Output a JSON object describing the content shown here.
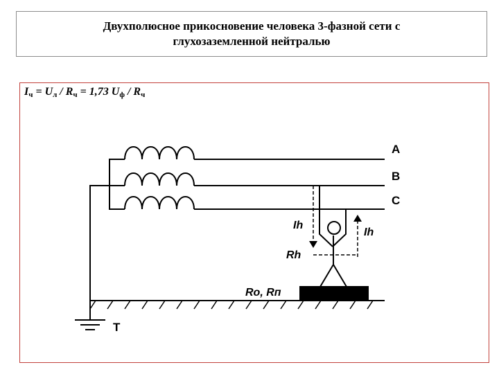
{
  "title": {
    "line1": "Двухполюсное прикосновение человека 3-фазной сети с",
    "line2": "глухозаземленной нейтралью"
  },
  "formula": {
    "i": "I",
    "i_sub": "ч",
    "eq1": " = U",
    "ul_sub": "л",
    "div1": " / R",
    "r_sub1": "ч",
    "eq2": " = 1,73 U",
    "uf_sub": "ф",
    "div2": " / R",
    "r_sub2": "ч"
  },
  "diagram": {
    "phase_a": "A",
    "phase_b": "B",
    "phase_c": "C",
    "current_left": "Ih",
    "current_right": "Ih",
    "body_resistance": "Rh",
    "ground_resistance": "Ro, Rп",
    "transformer_ground": "T"
  }
}
